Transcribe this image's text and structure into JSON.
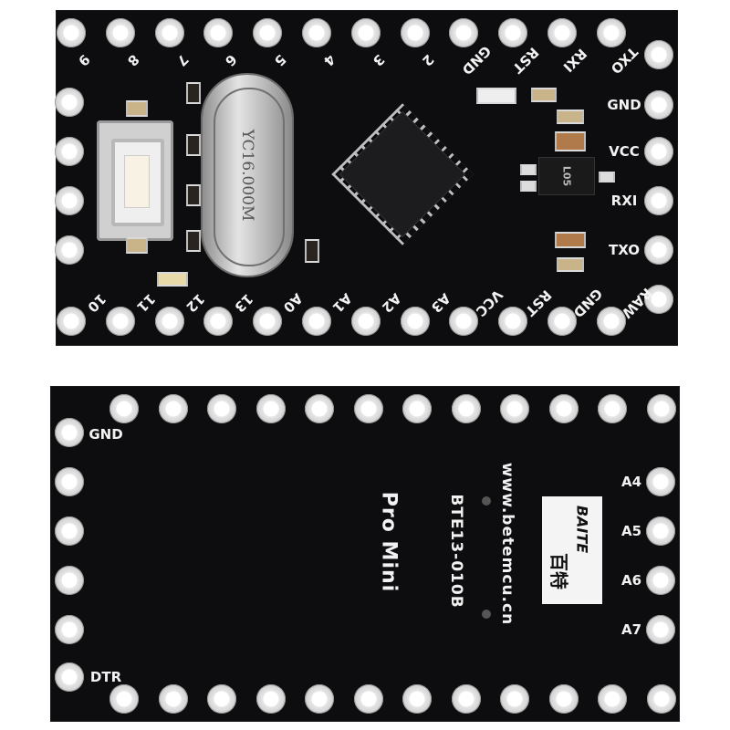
{
  "top_board": {
    "top_pin_labels": [
      "9",
      "8",
      "7",
      "6",
      "5",
      "4",
      "3",
      "2",
      "GND",
      "RST",
      "RXI",
      "TXO"
    ],
    "right_pin_labels": [
      "GND",
      "VCC",
      "RXI",
      "TXO"
    ],
    "bottom_pin_labels": [
      "10",
      "11",
      "12",
      "13",
      "A0",
      "A1",
      "A2",
      "A3",
      "VCC",
      "RST",
      "GND",
      "RAW"
    ],
    "crystal_label": "YC16.000M",
    "regulator_label": "L05"
  },
  "bottom_board": {
    "left_labels": {
      "gnd": "GND",
      "dtr": "DTR"
    },
    "right_pin_labels": [
      "A4",
      "A5",
      "A6",
      "A7"
    ],
    "product_name": "Pro Mini",
    "model": "BTE13-010B",
    "website": "www.betemcu.cn",
    "logo_text": "BAITE",
    "logo_glyphs": "百特"
  },
  "colors": {
    "pcb": "#0d0d0f",
    "pads": "#e6e6e6",
    "silkscreen": "#f2f2f2",
    "chip": "#1c1c1e",
    "crystal": "#c8c8c8"
  }
}
